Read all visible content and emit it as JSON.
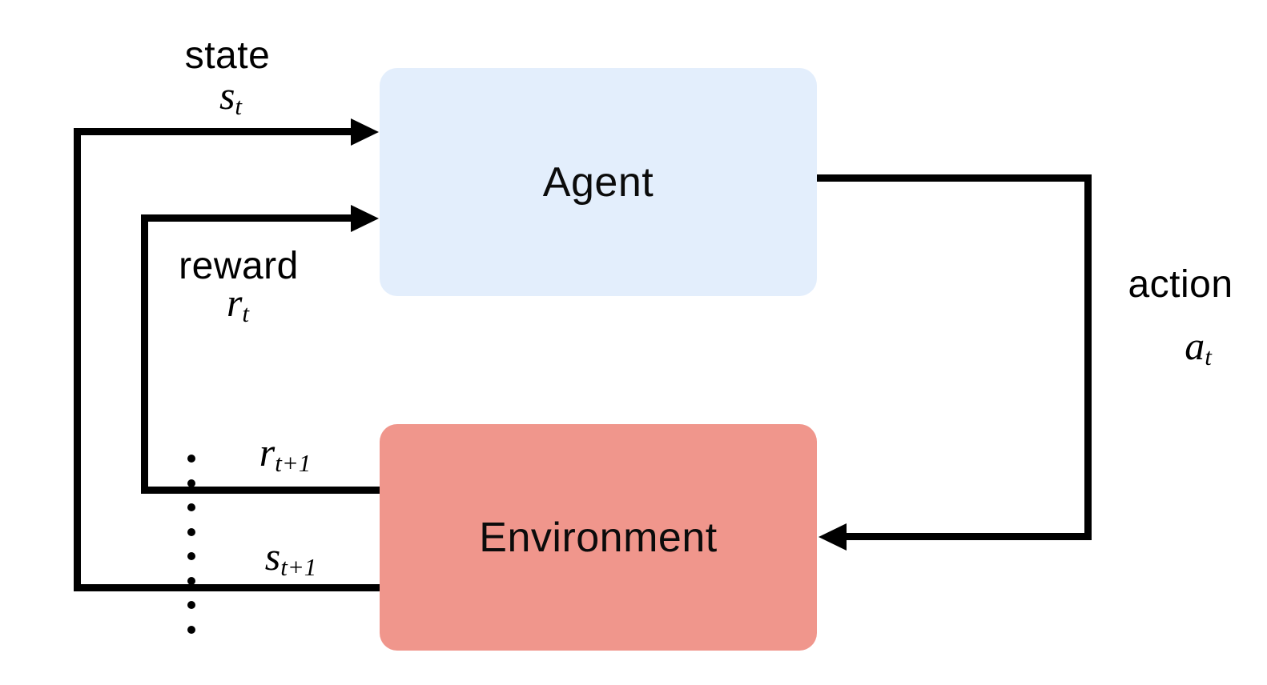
{
  "boxes": {
    "agent": {
      "label": "Agent"
    },
    "environment": {
      "label": "Environment"
    }
  },
  "arrows": {
    "state": {
      "word": "state",
      "symbol_base": "s",
      "symbol_sub": "t"
    },
    "reward": {
      "word": "reward",
      "symbol_base": "r",
      "symbol_sub": "t"
    },
    "action": {
      "word": "action",
      "symbol_base": "a",
      "symbol_sub": "t"
    },
    "next_reward": {
      "symbol_base": "r",
      "symbol_sub": "t+1"
    },
    "next_state": {
      "symbol_base": "s",
      "symbol_sub": "t+1"
    }
  },
  "colors": {
    "agent_fill": "#e3eefc",
    "environment_fill": "#f0968c",
    "line": "#000000",
    "background": "#ffffff"
  }
}
